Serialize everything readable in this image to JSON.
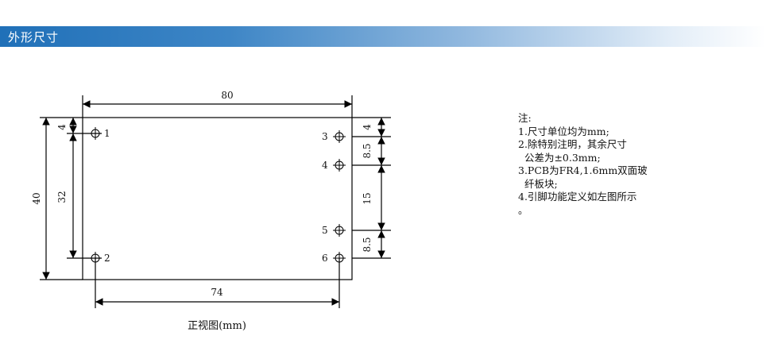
{
  "header": {
    "title": "外形尺寸"
  },
  "diagram": {
    "dimensions": {
      "width_top": "80",
      "width_bottom": "74",
      "height_left": "40",
      "height_inner": "32",
      "offset_top": "4",
      "right_top": "4",
      "right_a": "8.5",
      "right_mid": "15",
      "right_b": "8.5"
    },
    "pins": {
      "p1": "1",
      "p2": "2",
      "p3": "3",
      "p4": "4",
      "p5": "5",
      "p6": "6"
    },
    "caption": "正视图(mm)"
  },
  "notes": [
    "注:",
    "1.尺寸单位均为mm;",
    "2.除特别注明，其余尺寸",
    "  公差为±0.3mm;",
    "3.PCB为FR4,1.6mm双面玻",
    "  纤板块;",
    "4.引脚功能定义如左图所示",
    "。"
  ]
}
